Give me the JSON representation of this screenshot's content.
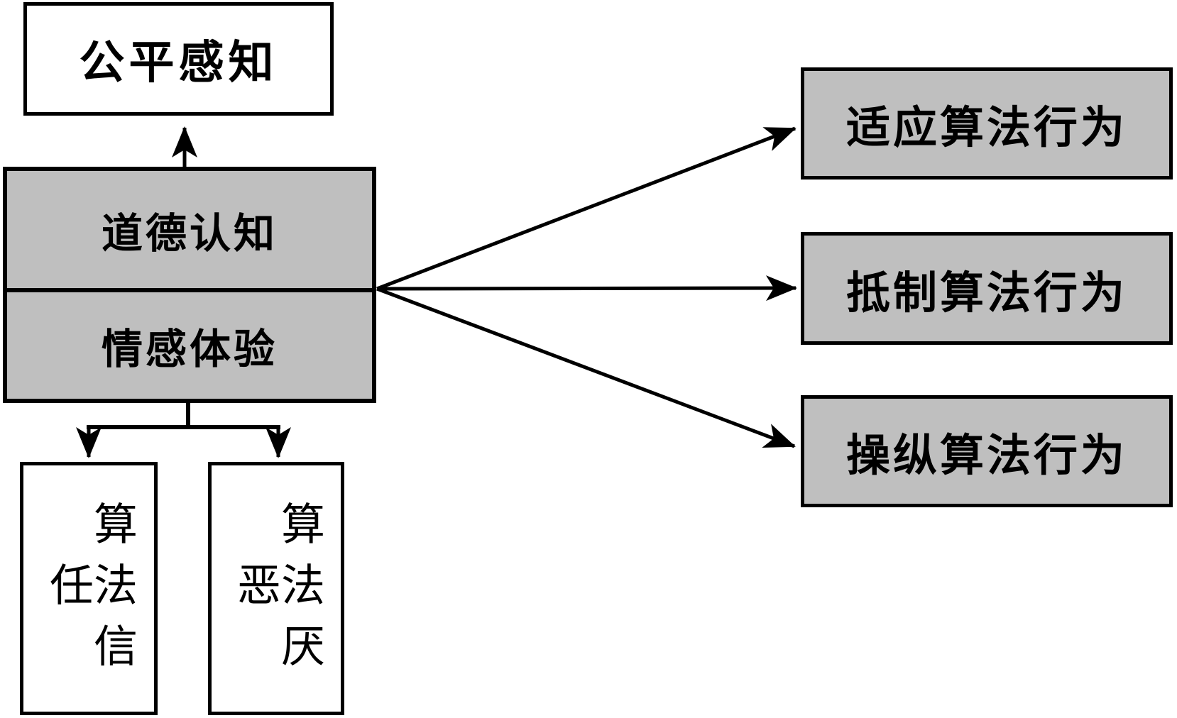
{
  "diagram": {
    "title": "algorithm-perception-behavior model",
    "nodes": {
      "fairness": {
        "label": "公平感知",
        "fill": "#ffffff"
      },
      "moral_cognition": {
        "label": "道德认知",
        "fill": "#bfbfbf"
      },
      "emotional_experience": {
        "label": "情感体验",
        "fill": "#bfbfbf"
      },
      "algorithm_trust": {
        "label": "算法信任",
        "fill": "#ffffff",
        "orientation": "vertical"
      },
      "algorithm_aversion": {
        "label": "算法厌恶",
        "fill": "#ffffff",
        "orientation": "vertical"
      },
      "adapt_behavior": {
        "label": "适应算法行为",
        "fill": "#bfbfbf"
      },
      "resist_behavior": {
        "label": "抵制算法行为",
        "fill": "#bfbfbf"
      },
      "manipulate_behavior": {
        "label": "操纵算法行为",
        "fill": "#bfbfbf"
      }
    },
    "edges": [
      {
        "from": "moral_cognition_emotional_experience",
        "to": "fairness",
        "direction": "up"
      },
      {
        "from": "moral_cognition_emotional_experience",
        "to": "algorithm_trust",
        "direction": "down"
      },
      {
        "from": "moral_cognition_emotional_experience",
        "to": "algorithm_aversion",
        "direction": "down"
      },
      {
        "from": "moral_cognition_emotional_experience",
        "to": "adapt_behavior",
        "direction": "right-up"
      },
      {
        "from": "moral_cognition_emotional_experience",
        "to": "resist_behavior",
        "direction": "right"
      },
      {
        "from": "moral_cognition_emotional_experience",
        "to": "manipulate_behavior",
        "direction": "right-down"
      }
    ],
    "colors": {
      "node_gray": "#bfbfbf",
      "node_white": "#ffffff",
      "line": "#000000",
      "background": "#ffffff"
    }
  }
}
